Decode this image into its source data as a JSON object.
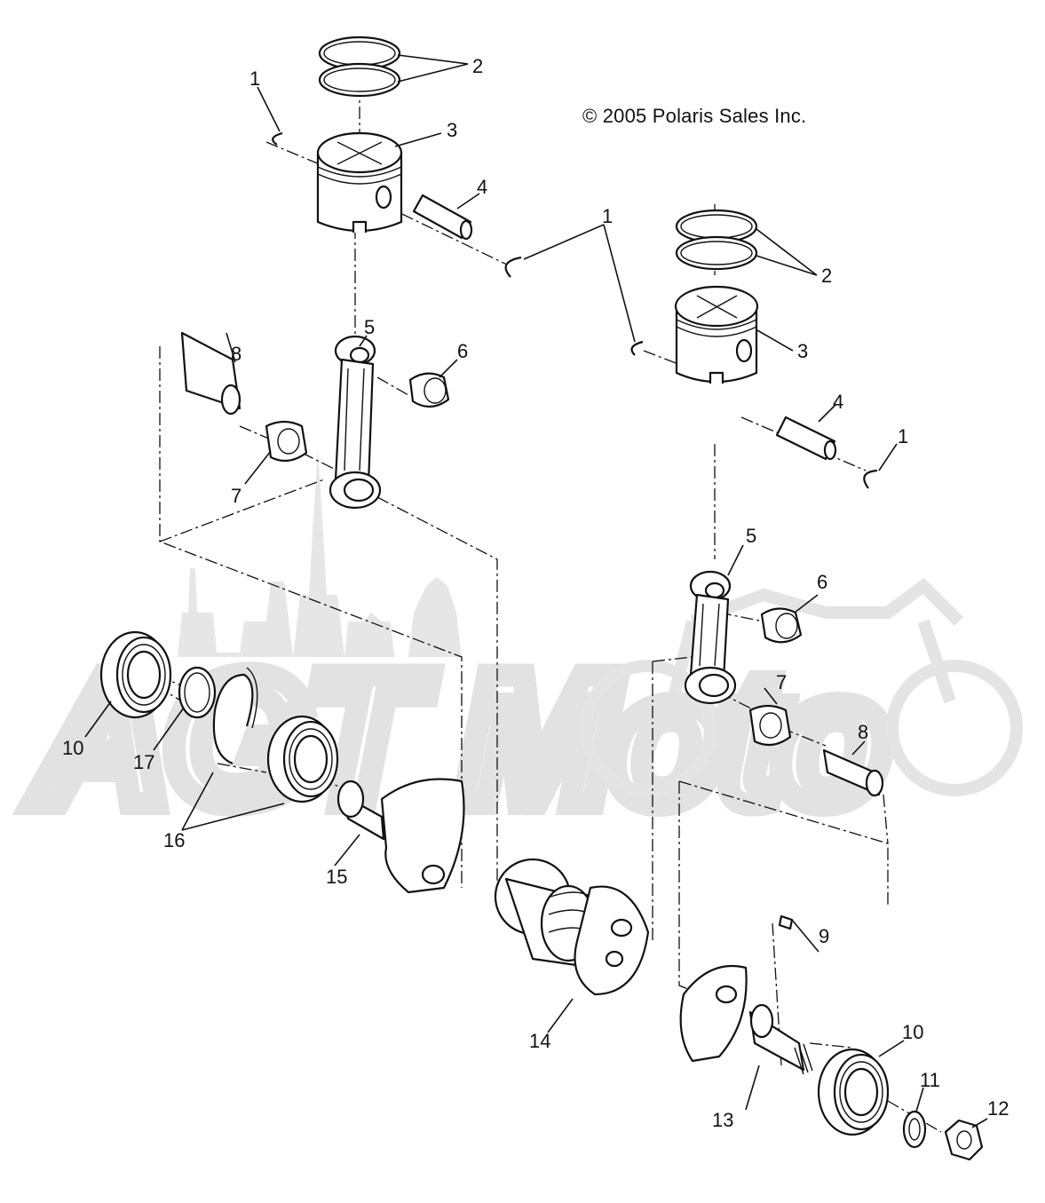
{
  "copyright": "© 2005 Polaris Sales Inc.",
  "watermark": "AGT Moto",
  "callouts": {
    "c1a": "1",
    "c1b": "1",
    "c1c": "1",
    "c2a": "2",
    "c2b": "2",
    "c3a": "3",
    "c3b": "3",
    "c4a": "4",
    "c4b": "4",
    "c5a": "5",
    "c5b": "5",
    "c6a": "6",
    "c6b": "6",
    "c7a": "7",
    "c7b": "7",
    "c8a": "8",
    "c8b": "8",
    "c9": "9",
    "c10a": "10",
    "c10b": "10",
    "c11": "11",
    "c12": "12",
    "c13": "13",
    "c14": "14",
    "c15": "15",
    "c16": "16",
    "c17": "17"
  },
  "colors": {
    "line": "#111111",
    "watermark": "#e6e6e6"
  }
}
